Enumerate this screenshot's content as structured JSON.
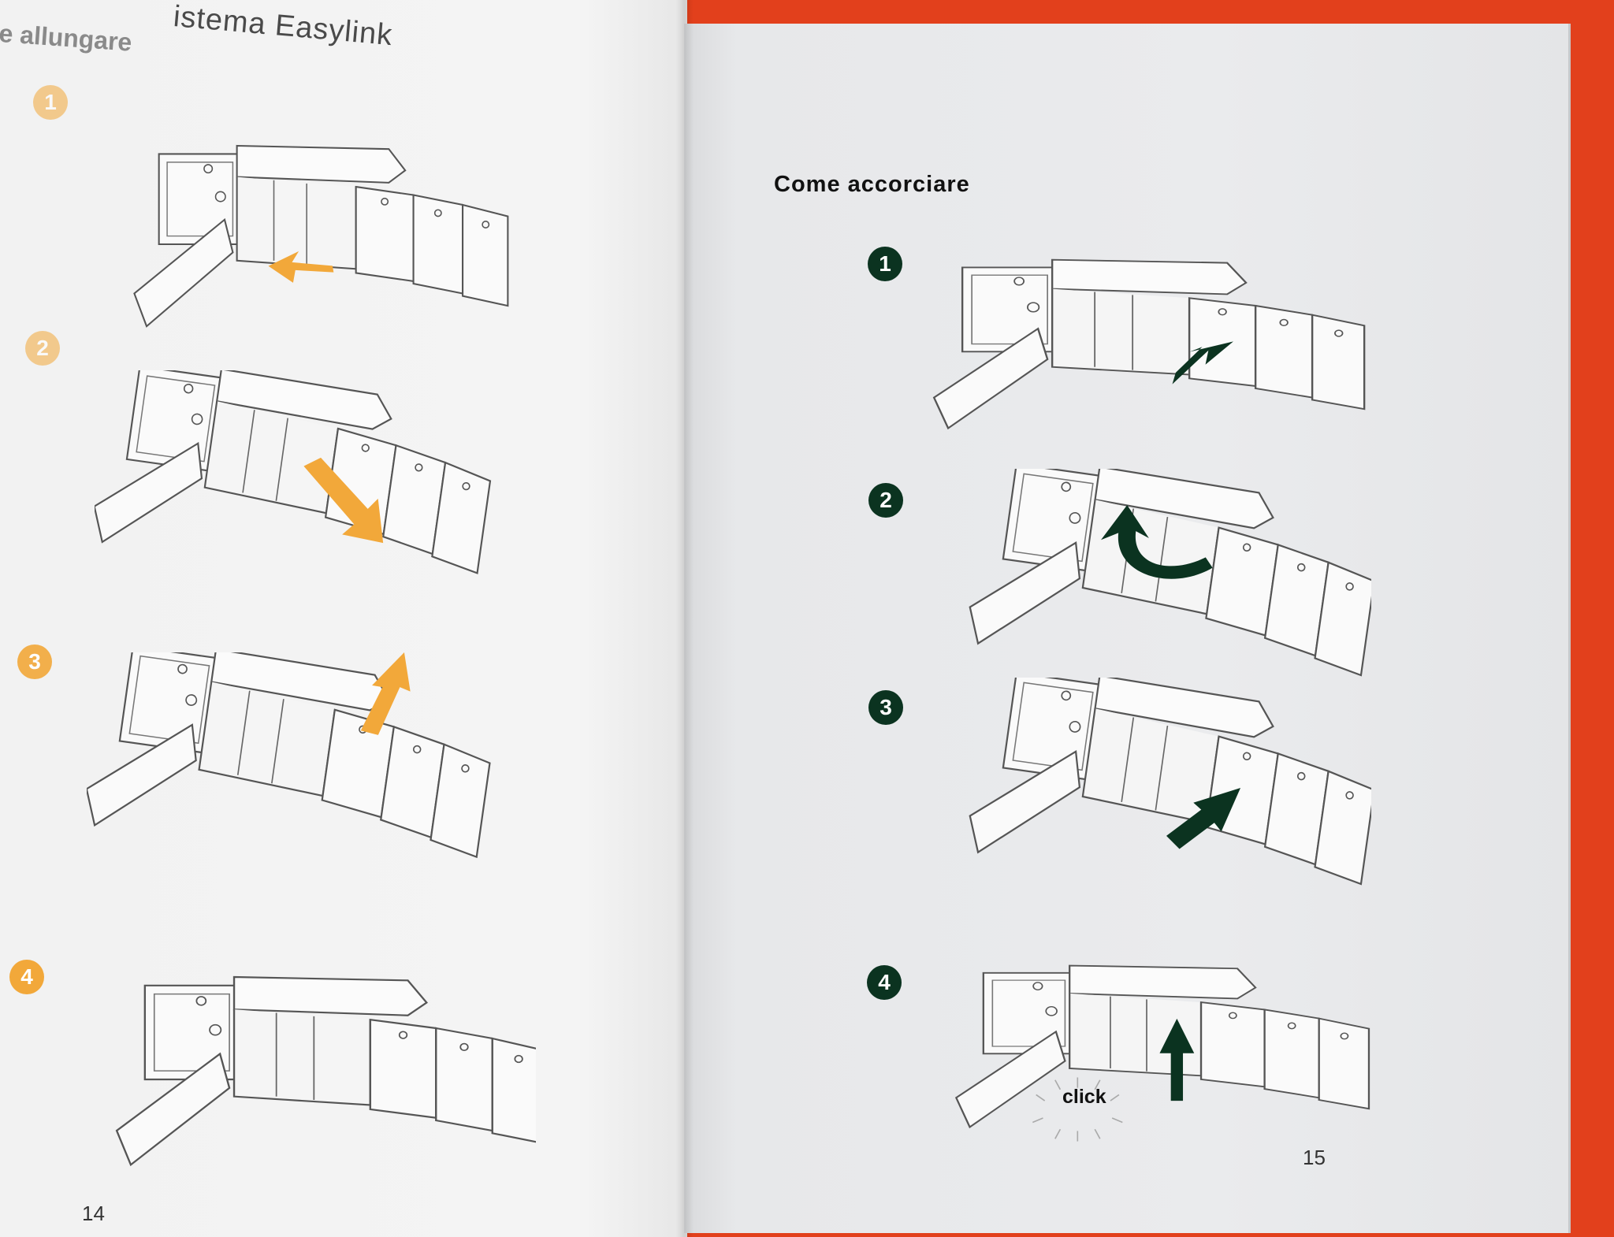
{
  "left_page": {
    "title_fragment": "istema Easylink",
    "subtitle_fragment": "e allungare",
    "steps": [
      "1",
      "2",
      "3",
      "4"
    ],
    "page_number": "14"
  },
  "right_page": {
    "heading": "Come accorciare",
    "steps": [
      "1",
      "2",
      "3",
      "4"
    ],
    "click_label": "click",
    "page_number": "15"
  },
  "colors": {
    "orange_accent": "#f2a83a",
    "green_accent": "#0b3320",
    "background": "#e2401c"
  }
}
